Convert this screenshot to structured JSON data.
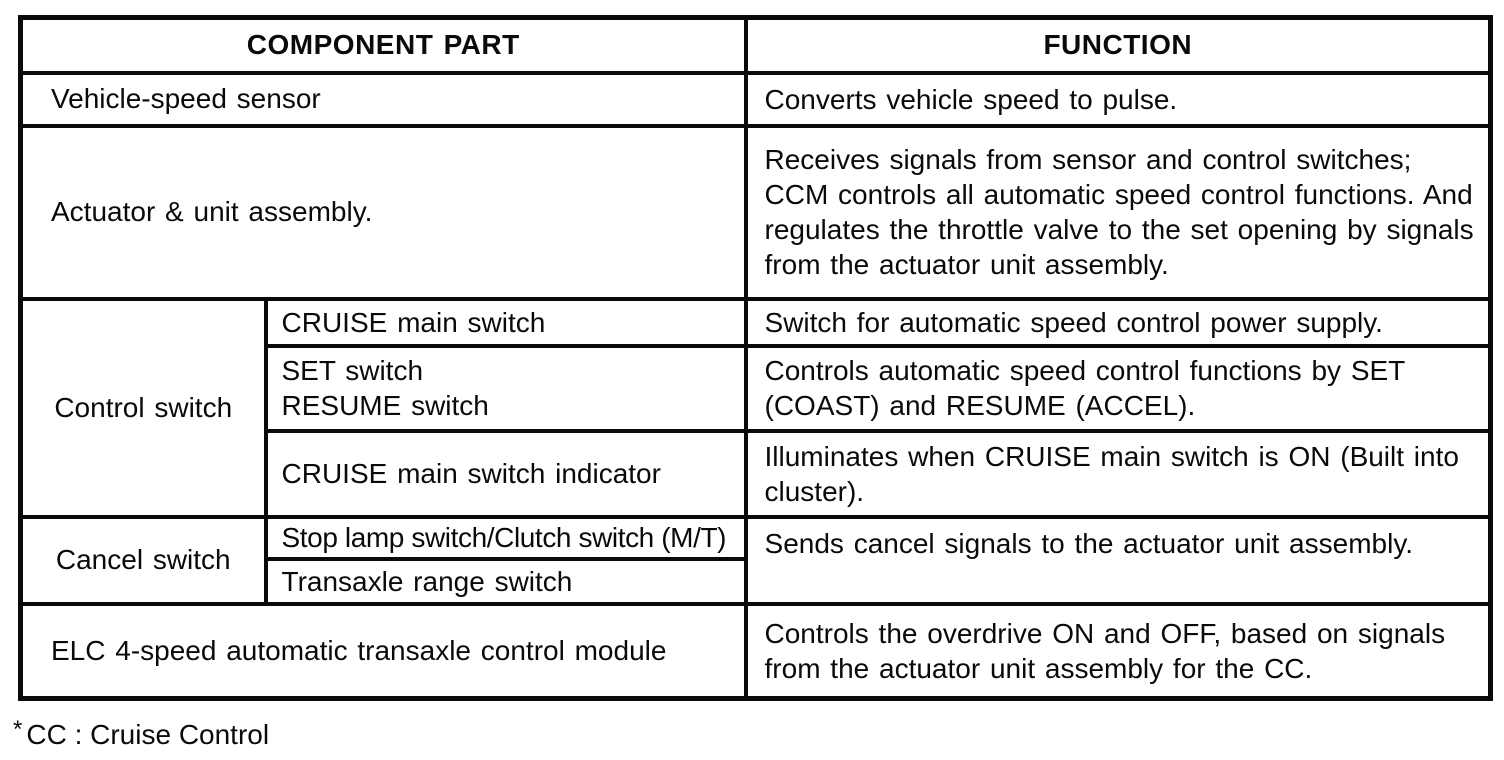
{
  "table": {
    "header": {
      "component_part": "COMPONENT PART",
      "function": "FUNCTION"
    },
    "rows": [
      {
        "part": "Vehicle-speed sensor",
        "function": "Converts vehicle speed to pulse."
      },
      {
        "part": "Actuator & unit assembly.",
        "function": "Receives signals from sensor and control switches; CCM controls all automatic speed control functions. And regulates the throttle valve to the set opening by signals from the actuator unit assembly."
      },
      {
        "group": "Control switch",
        "sub": [
          {
            "part": "CRUISE main switch",
            "function": "Switch for automatic speed control power supply."
          },
          {
            "part": "SET switch\nRESUME switch",
            "function": "Controls automatic speed control functions by SET (COAST) and RESUME (ACCEL)."
          },
          {
            "part": "CRUISE main switch indicator",
            "function": "Illuminates when CRUISE main switch is ON (Built into cluster)."
          }
        ]
      },
      {
        "group": "Cancel switch",
        "function": "Sends cancel signals to the actuator unit assembly.",
        "sub": [
          {
            "part": "Stop lamp switch/Clutch switch (M/T)"
          },
          {
            "part": "Transaxle range switch"
          }
        ]
      },
      {
        "part": "ELC 4-speed automatic transaxle control module",
        "function": "Controls the overdrive ON and OFF, based on signals from the actuator unit assembly for the CC."
      }
    ]
  },
  "footnote": {
    "marker": "*",
    "text": "CC : Cruise Control"
  }
}
